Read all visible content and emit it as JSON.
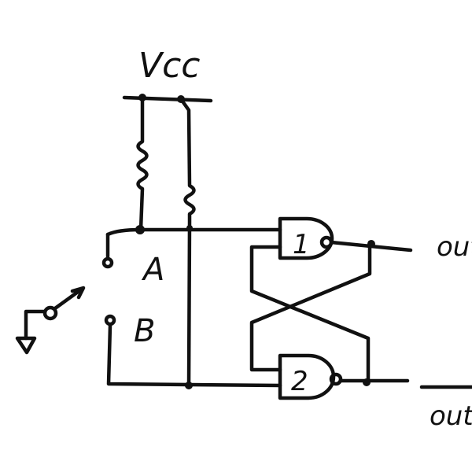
{
  "circuit": {
    "supply_label": "Vcc",
    "switch_contact_a_label": "A",
    "switch_contact_b_label": "B",
    "gate1_label": "1",
    "gate2_label": "2",
    "out_label": "out",
    "out_bar_label": "out"
  },
  "colors": {
    "ink": "#111111",
    "background": "#ffffff"
  }
}
